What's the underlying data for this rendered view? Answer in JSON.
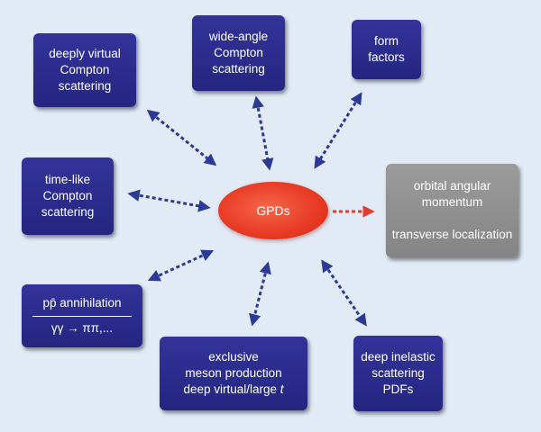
{
  "center": {
    "label": "GPDs"
  },
  "boxes": {
    "dvcs": "deeply virtual\nCompton\nscattering",
    "wacs": "wide-angle\nCompton\nscattering",
    "ff": "form\nfactors",
    "tlcs": "time-like\nCompton\nscattering",
    "oam": "orbital angular\nmomentum\n\ntransverse localization",
    "ann_top": "pp̄ annihilation",
    "ann_bottom": "γγ → ππ,...",
    "mes_lines": "exclusive\nmeson production\ndeep virtual/large",
    "mes_var": "t",
    "dis": "deep inelastic\nscattering\nPDFs"
  },
  "colors": {
    "background": "#e1eaf5",
    "box_blue": "#2b2d8a",
    "box_grey": "#8f8f8f",
    "arrow_blue": "#2a3a95",
    "arrow_red": "#e63b2a",
    "ellipse_red": "#e83a24"
  }
}
